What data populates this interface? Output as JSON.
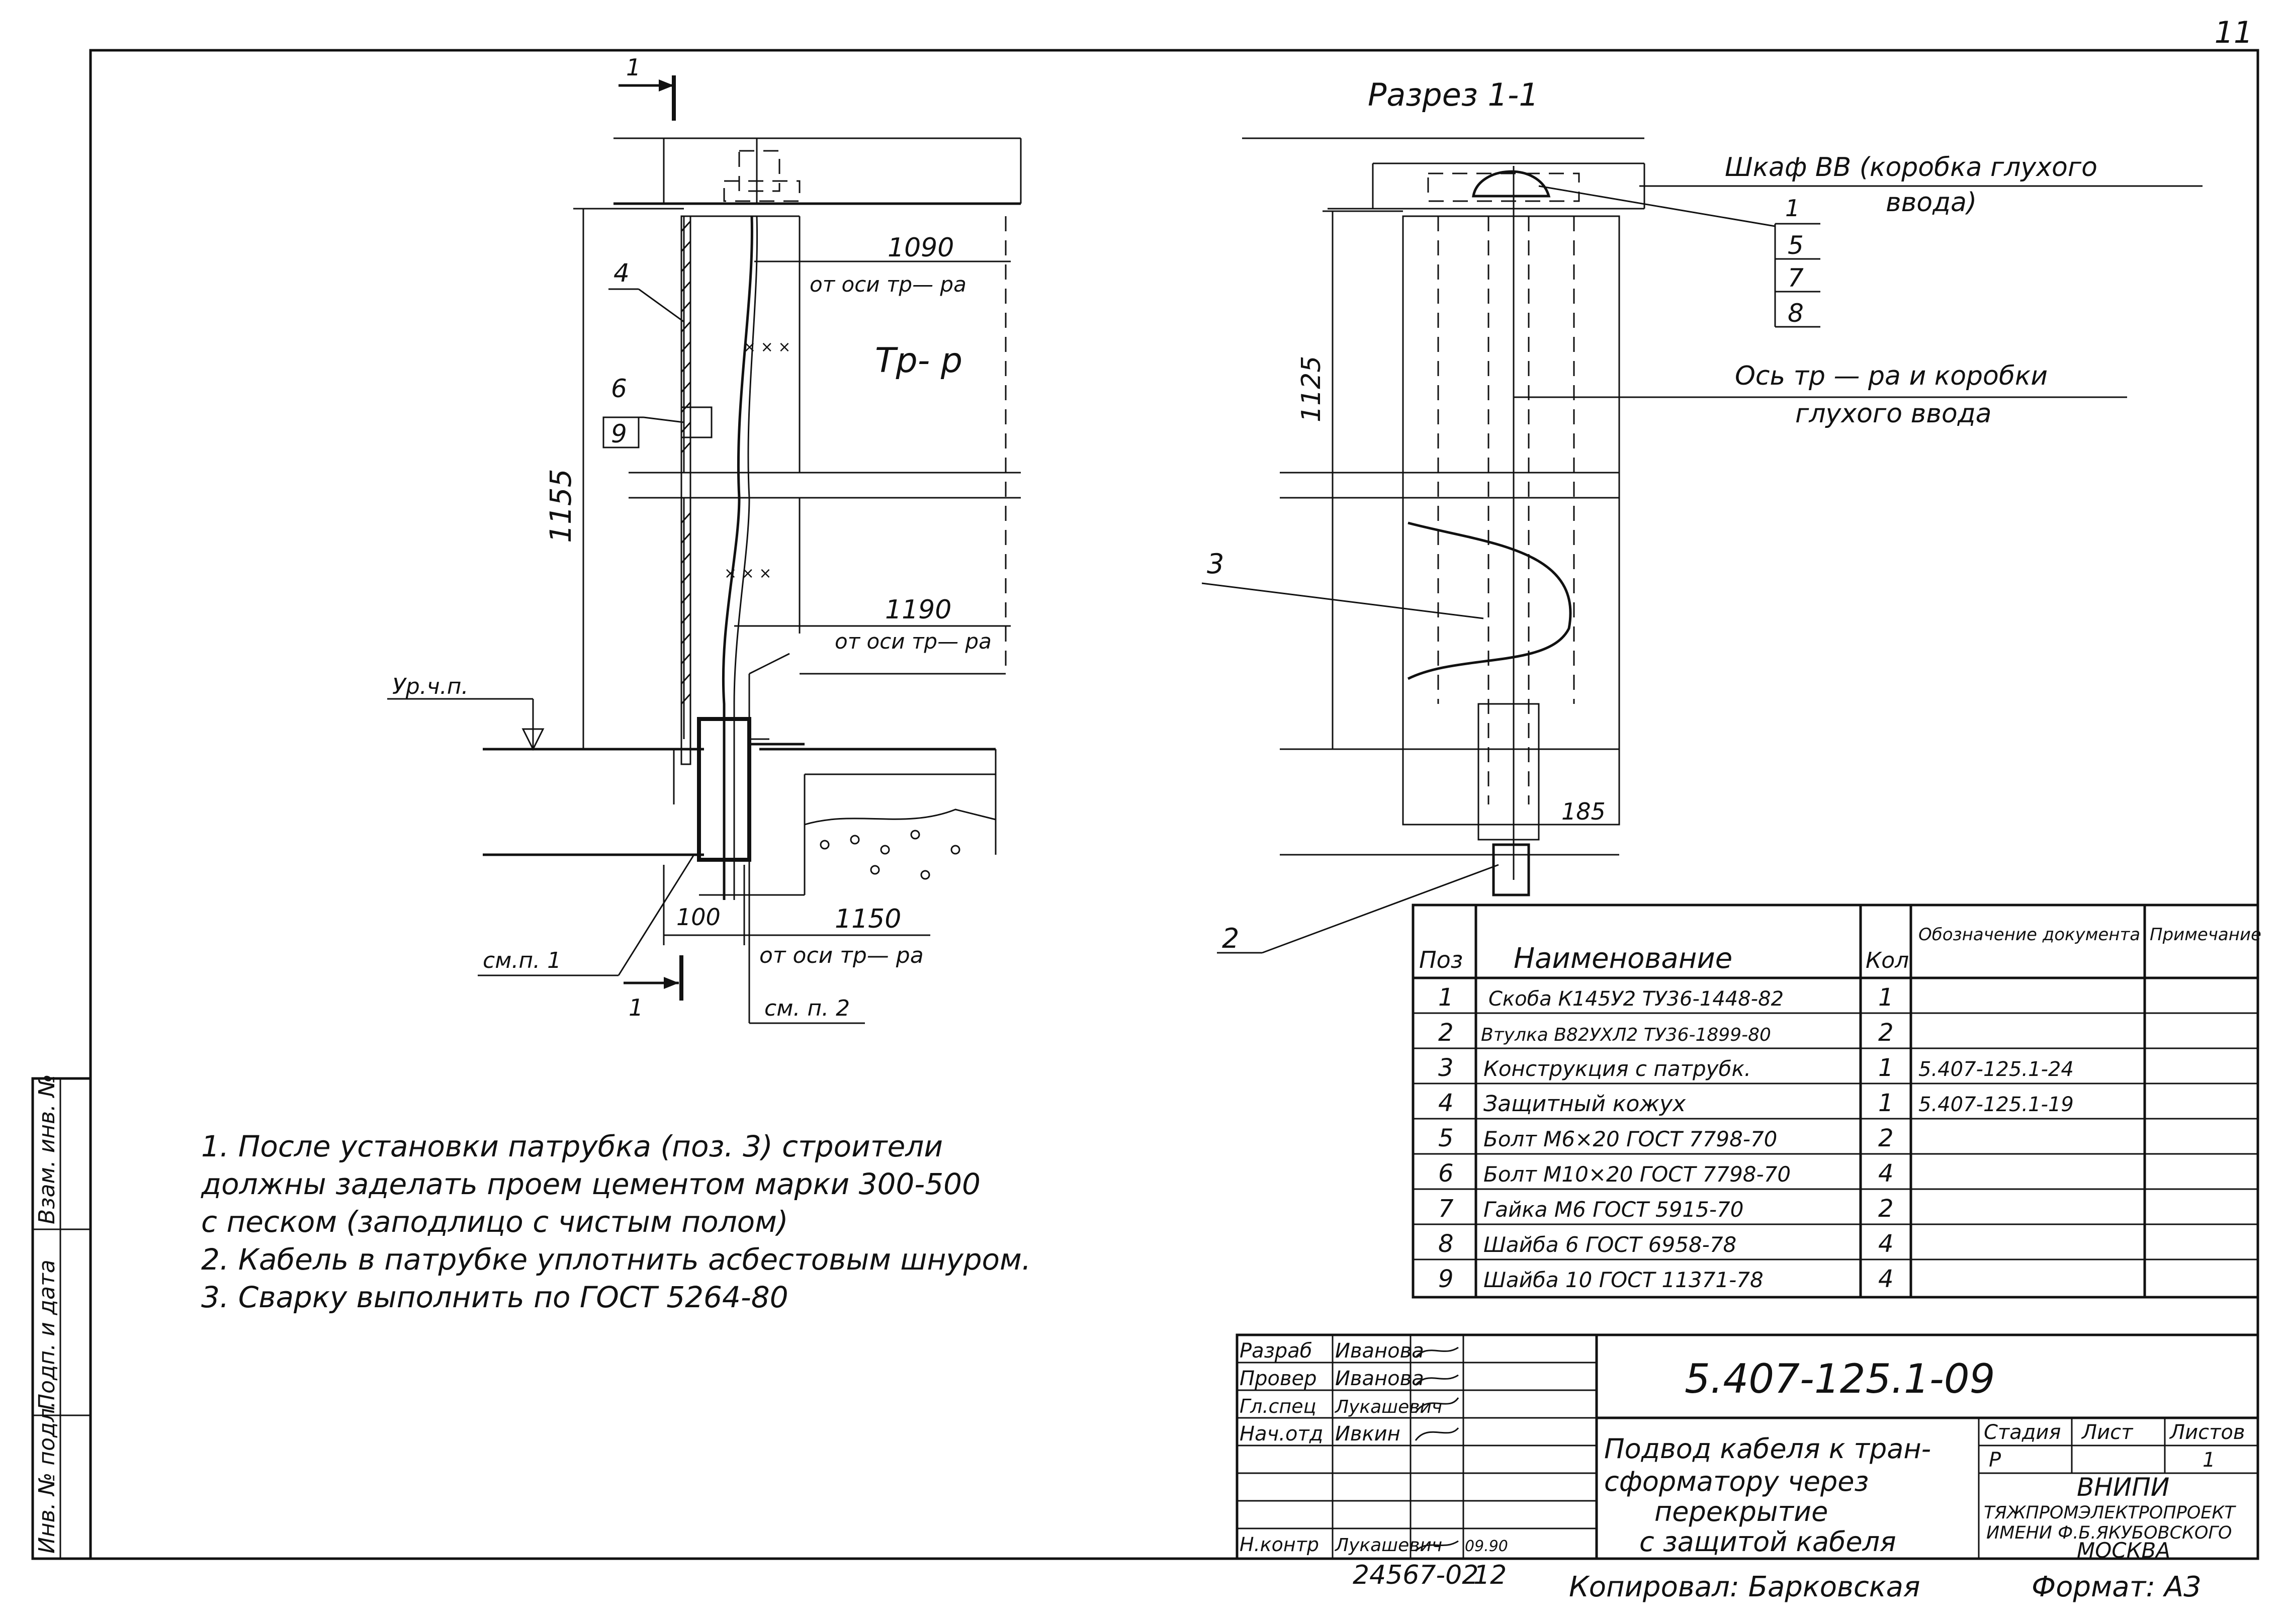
{
  "page_number": "11",
  "section": {
    "title": "Разрез 1-1",
    "cut_mark": "1",
    "cabinet_label_1": "Шкаф ВВ (коробка глухого",
    "cabinet_label_2": "ввода)",
    "pos_1": "1",
    "pos_5": "5",
    "pos_7": "7",
    "pos_8": "8",
    "axis_label_1": "Ось тр — ра и коробки",
    "axis_label_2": "глухого ввода",
    "dim_1125": "1125",
    "dim_185": "185",
    "pos_3": "3",
    "pos_2": "2"
  },
  "plan": {
    "dim_1090": "1090",
    "from_axis_1": "от оси тр— ра",
    "tr_label": "Тр- р",
    "pos_4": "4",
    "pos_6": "6",
    "pos_9": "9",
    "dim_1155": "1155",
    "dim_1190": "1190",
    "from_axis_2": "от оси тр— ра",
    "floor_level": "Ур.ч.п.",
    "dim_100": "100",
    "dim_1150": "1150",
    "from_axis_3": "от оси тр— ра",
    "note_left": "см.п. 1",
    "note_right": "см. п. 2",
    "cut_top": "1",
    "cut_bottom": "1"
  },
  "notes": [
    "1. После установки патрубка (поз. 3) строители",
    "должны заделать проем цементом марки 300-500",
    "с песком (заподлицо с чистым полом)",
    "2. Кабель в патрубке уплотнить асбестовым шнуром.",
    "3. Сварку выполнить по ГОСТ 5264-80"
  ],
  "spec_table": {
    "headers": {
      "pos": "Поз",
      "name": "Наименование",
      "qty": "Кол",
      "doc": "Обозначение документа",
      "note": "Примечание"
    },
    "rows": [
      {
        "pos": "1",
        "name": "Скоба К145У2 ТУ36-1448-82",
        "qty": "1",
        "doc": "",
        "note": ""
      },
      {
        "pos": "2",
        "name": "Втулка В82УХЛ2 ТУ36-1899-80",
        "qty": "2",
        "doc": "",
        "note": ""
      },
      {
        "pos": "3",
        "name": "Конструкция с патрубк.",
        "qty": "1",
        "doc": "5.407-125.1-24",
        "note": ""
      },
      {
        "pos": "4",
        "name": "Защитный кожух",
        "qty": "1",
        "doc": "5.407-125.1-19",
        "note": ""
      },
      {
        "pos": "5",
        "name": "Болт М6×20 ГОСТ 7798-70",
        "qty": "2",
        "doc": "",
        "note": ""
      },
      {
        "pos": "6",
        "name": "Болт М10×20 ГОСТ 7798-70",
        "qty": "4",
        "doc": "",
        "note": ""
      },
      {
        "pos": "7",
        "name": "Гайка М6 ГОСТ 5915-70",
        "qty": "2",
        "doc": "",
        "note": ""
      },
      {
        "pos": "8",
        "name": "Шайба 6 ГОСТ 6958-78",
        "qty": "4",
        "doc": "",
        "note": ""
      },
      {
        "pos": "9",
        "name": "Шайба 10 ГОСТ 11371-78",
        "qty": "4",
        "doc": "",
        "note": ""
      }
    ]
  },
  "title_block": {
    "roles": [
      {
        "role": "Разраб",
        "name": "Иванова"
      },
      {
        "role": "Провер",
        "name": "Иванова"
      },
      {
        "role": "Гл.спец",
        "name": "Лукашевич"
      },
      {
        "role": "Нач.отд",
        "name": "Ивкин"
      },
      {
        "role": "",
        "name": ""
      },
      {
        "role": "",
        "name": ""
      },
      {
        "role": "",
        "name": ""
      },
      {
        "role": "Н.контр",
        "name": "Лукашевич"
      }
    ],
    "date": "09.90",
    "doc_code": "5.407-125.1-09",
    "title_1": "Подвод кабеля к тран-",
    "title_2": "сформатору через",
    "title_3": "перекрытие",
    "title_4": "с защитой кабеля",
    "stage_h": "Стадия",
    "sheet_h": "Лист",
    "sheets_h": "Листов",
    "stage_v": "Р",
    "sheet_v": "",
    "sheets_v": "1",
    "org_1": "ВНИПИ",
    "org_2": "ТЯЖПРОМЭЛЕКТРОПРОЕКТ",
    "org_3": "ИМЕНИ Ф.Б.ЯКУБОВСКОГО",
    "org_4": "МОСКВА"
  },
  "side_stamp": {
    "inv_orig": "Инв. № подл.",
    "sign_date": "Подп. и дата",
    "replace_inv": "Взам. инв. №"
  },
  "footer": {
    "archive": "24567-02",
    "archive_sheet": "12",
    "copied": "Копировал: Барковская",
    "format": "Формат: А3"
  }
}
